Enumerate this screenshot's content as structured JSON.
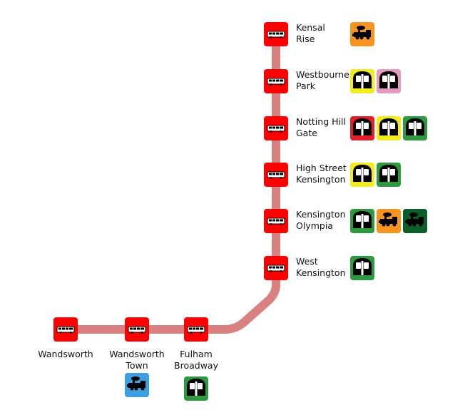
{
  "line_color": "#d98080",
  "station_color": "#ff0000",
  "mode_colors": {
    "orange": "#f7941d",
    "yellow": "#f2ec1f",
    "pink": "#e899c0",
    "red": "#e41e26",
    "green": "#2e9a40",
    "darkgreen": "#0b5e2a",
    "blue": "#3aa0e0"
  },
  "stations": [
    {
      "id": "kensal-rise",
      "name": [
        "Kensal",
        "Rise"
      ],
      "interchanges": [
        {
          "icon": "steam-train-icon",
          "color": "orange"
        }
      ]
    },
    {
      "id": "westbourne-park",
      "name": [
        "Westbourne",
        "Park"
      ],
      "interchanges": [
        {
          "icon": "tube-icon",
          "color": "yellow"
        },
        {
          "icon": "tube-icon",
          "color": "pink"
        }
      ]
    },
    {
      "id": "notting-hill-gate",
      "name": [
        "Notting Hill",
        "Gate"
      ],
      "interchanges": [
        {
          "icon": "tube-icon",
          "color": "red"
        },
        {
          "icon": "tube-icon",
          "color": "yellow"
        },
        {
          "icon": "tube-icon",
          "color": "green"
        }
      ]
    },
    {
      "id": "high-street-kensington",
      "name": [
        "High Street",
        "Kensington"
      ],
      "interchanges": [
        {
          "icon": "tube-icon",
          "color": "yellow"
        },
        {
          "icon": "tube-icon",
          "color": "green"
        }
      ]
    },
    {
      "id": "kensington-olympia",
      "name": [
        "Kensington",
        "Olympia"
      ],
      "interchanges": [
        {
          "icon": "tube-icon",
          "color": "green"
        },
        {
          "icon": "steam-train-icon",
          "color": "orange"
        },
        {
          "icon": "steam-train-icon",
          "color": "darkgreen"
        }
      ]
    },
    {
      "id": "west-kensington",
      "name": [
        "West",
        "Kensington"
      ],
      "interchanges": [
        {
          "icon": "tube-icon",
          "color": "green"
        }
      ]
    },
    {
      "id": "fulham-broadway",
      "name": [
        "Fulham",
        "Broadway"
      ],
      "interchanges": [
        {
          "icon": "tube-icon",
          "color": "green"
        }
      ]
    },
    {
      "id": "wandsworth-town",
      "name": [
        "Wandsworth",
        "Town"
      ],
      "interchanges": [
        {
          "icon": "steam-train-icon",
          "color": "blue"
        }
      ]
    },
    {
      "id": "wandsworth",
      "name": [
        "Wandsworth"
      ],
      "interchanges": []
    }
  ]
}
